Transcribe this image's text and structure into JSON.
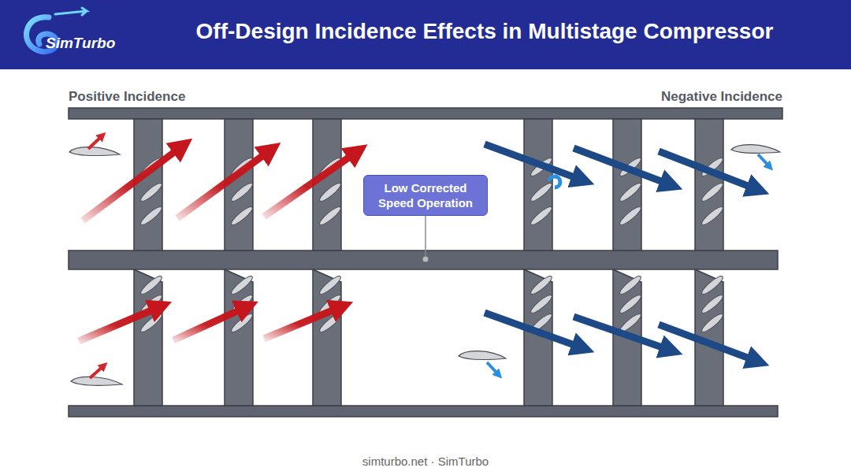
{
  "diagram": {
    "title": "Off-Design Incidence Effects in Multistage Compressor",
    "caption": "simturbo.net · SimTurbo",
    "nodes": [
      {
        "text": [
          "Low Corrected Speed Operation"
        ]
      }
    ],
    "labels": [
      "SimTurbo",
      "Positive Incidence",
      "Negative Incidence"
    ]
  }
}
